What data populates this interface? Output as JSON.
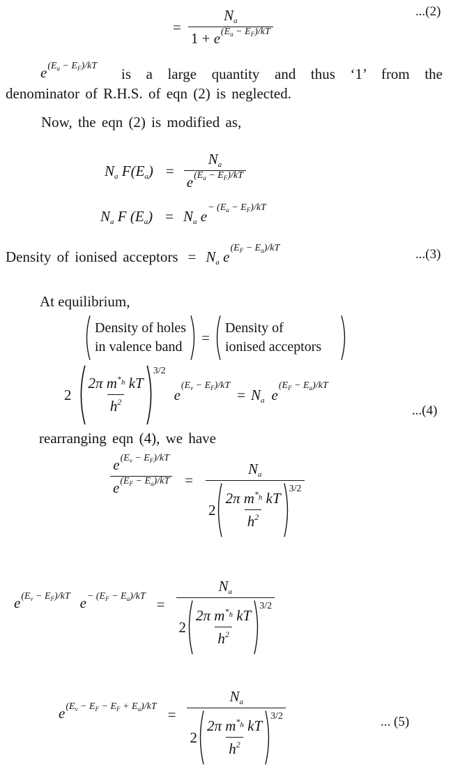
{
  "eq2": {
    "eq": "=",
    "num": "N_a",
    "den_one": "1 + ",
    "den_base": "e",
    "den_exp": "(E_a − E_F)/kT",
    "tag": "...(2)"
  },
  "para1": {
    "base": "e",
    "exp": "(E_a − E_F)/kT",
    "line1": "is a large quantity and thus ‘1’ from the",
    "line2": "denominator of R.H.S. of eqn (2) is neglected."
  },
  "now_text": "Now, the eqn (2) is modified as,",
  "eq_mod1": {
    "lhs": "N_a F(E_a)",
    "eq": "=",
    "num": "N_a",
    "den_base": "e",
    "den_exp": "(E_a − E_F)/kT"
  },
  "eq_mod2": {
    "lhs": "N_a F (E_a)",
    "eq": "=",
    "rhs": "N_a e",
    "rhs_exp": "− (E_a − E_F)/kT"
  },
  "eq3": {
    "label": "Density of ionised acceptors",
    "eq": "=",
    "rhs": "N_a e",
    "exp": "(E_F − E_a)/kT",
    "tag": "...(3)"
  },
  "equilibrium_text": "At equilibrium,",
  "word_eq": {
    "left_line1": "Density of holes",
    "left_line2": "in valence band",
    "eq": "=",
    "right_line1": "Density of",
    "right_line2": "ionised acceptors"
  },
  "mass_term": {
    "coef": "2",
    "num": "2π m^*_h kT",
    "den": "h^2",
    "power": "3/2"
  },
  "eq4": {
    "lhs_base": "e",
    "lhs_exp": "(E_v − E_F)/kT",
    "eq": "=",
    "rhs": "N_a",
    "rhs_base": "e",
    "rhs_exp": "(E_F − E_a)/kT",
    "tag": "...(4)"
  },
  "rearrange_text": "rearranging eqn (4), we have",
  "eq_r1": {
    "num_base": "e",
    "num_exp": "(E_v − E_F)/kT",
    "den_base": "e",
    "den_exp": "(E_F − E_a)/kT",
    "eq": "=",
    "rhs_num": "N_a"
  },
  "eq_r2": {
    "base1": "e",
    "exp1": "(E_v − E_F)/kT",
    "base2": "e",
    "exp2": "− (E_F − E_a)/kT",
    "eq": "=",
    "rhs_num": "N_a"
  },
  "eq5": {
    "base": "e",
    "exp": "(E_v − E_F − E_F + E_a)/kT",
    "eq": "=",
    "rhs_num": "N_a",
    "tag": "... (5)"
  }
}
